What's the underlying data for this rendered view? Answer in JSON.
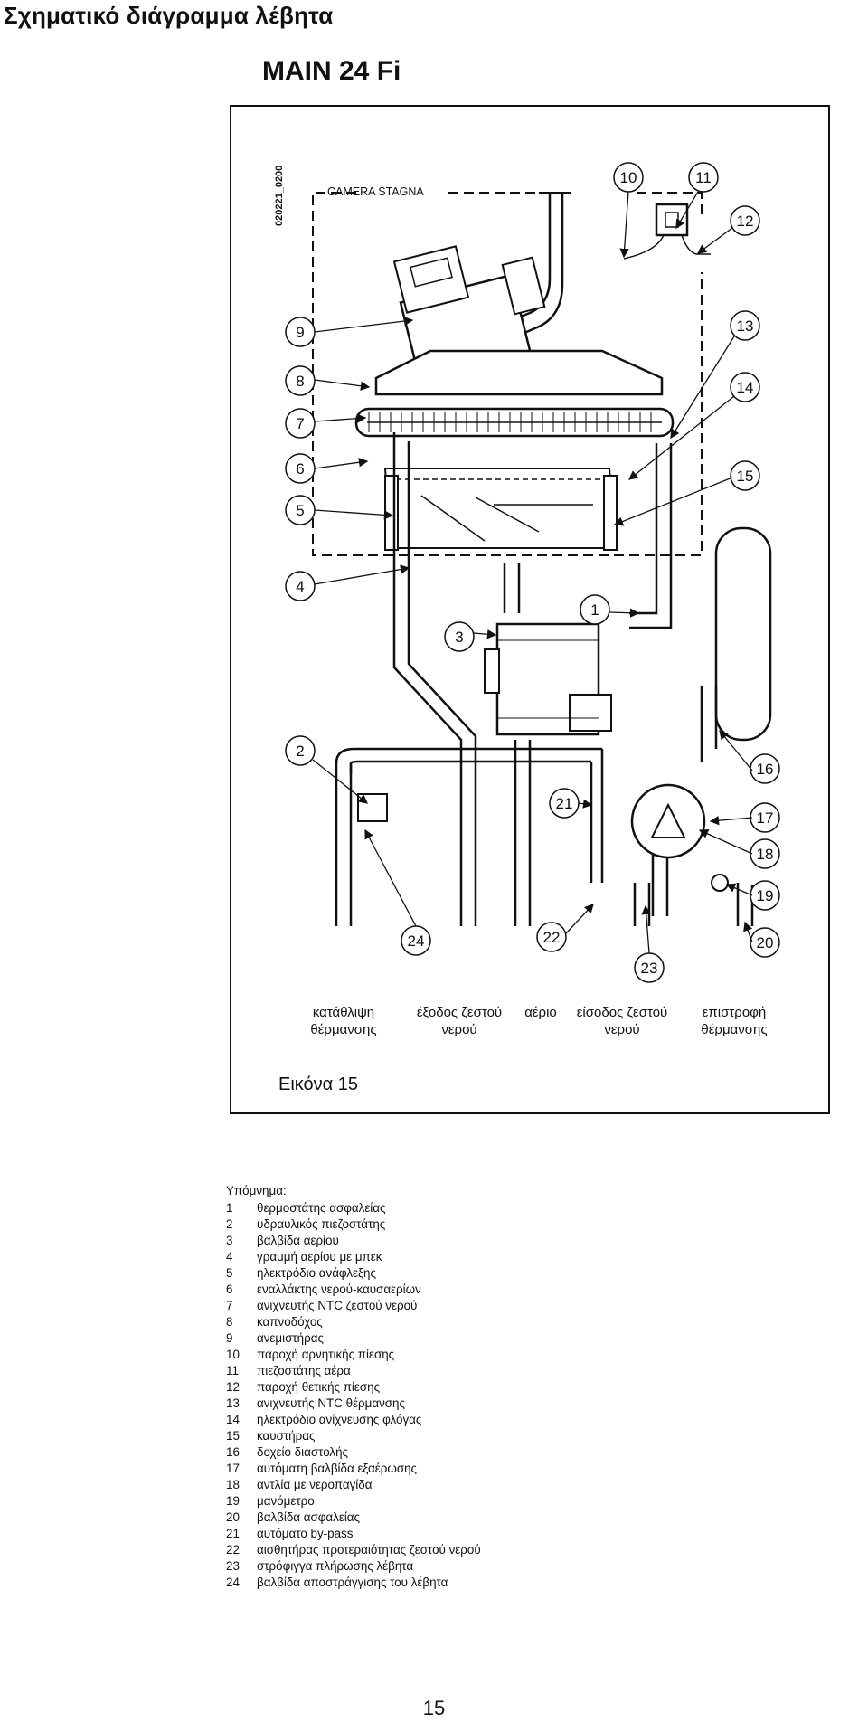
{
  "page_title": "Σχηματικό διάγραμμα λέβητα",
  "model_title": "MAIN 24 Fi",
  "diagram": {
    "drawing_code": "020221_0200",
    "chamber_label": "CAMERA STAGNA",
    "callouts": [
      "1",
      "2",
      "3",
      "4",
      "5",
      "6",
      "7",
      "8",
      "9",
      "10",
      "11",
      "12",
      "13",
      "14",
      "15",
      "16",
      "17",
      "18",
      "19",
      "20",
      "21",
      "22",
      "23",
      "24"
    ],
    "connections": [
      {
        "line1": "κατάθλιψη",
        "line2": "θέρμανσης"
      },
      {
        "line1": "έξοδος ζεστού",
        "line2": "νερού"
      },
      {
        "line1": "αέριο",
        "line2": ""
      },
      {
        "line1": "είσοδος ζεστού",
        "line2": "νερού"
      },
      {
        "line1": "επιστροφή",
        "line2": "θέρμανσης"
      }
    ],
    "figure_caption": "Εικόνα 15"
  },
  "legend": {
    "title": "Υπόμνημα:",
    "items": [
      {
        "num": "1",
        "text": "θερμοστάτης ασφαλείας"
      },
      {
        "num": "2",
        "text": "υδραυλικός πιεζοστάτης"
      },
      {
        "num": "3",
        "text": "βαλβίδα αερίου"
      },
      {
        "num": "4",
        "text": "γραμμή αερίου με μπεκ"
      },
      {
        "num": "5",
        "text": "ηλεκτρόδιο ανάφλεξης"
      },
      {
        "num": "6",
        "text": "εναλλάκτης νερού-καυσαερίων"
      },
      {
        "num": "7",
        "text": "ανιχνευτής NTC ζεστού νερού"
      },
      {
        "num": "8",
        "text": "καπνοδόχος"
      },
      {
        "num": "9",
        "text": "ανεμιστήρας"
      },
      {
        "num": "10",
        "text": "παροχή αρνητικής πίεσης"
      },
      {
        "num": "11",
        "text": "πιεζοστάτης αέρα"
      },
      {
        "num": "12",
        "text": "παροχή θετικής πίεσης"
      },
      {
        "num": "13",
        "text": "ανιχνευτής NTC θέρμανσης"
      },
      {
        "num": "14",
        "text": "ηλεκτρόδιο ανίχνευσης φλόγας"
      },
      {
        "num": "15",
        "text": "καυστήρας"
      },
      {
        "num": "16",
        "text": "δοχείο διαστολής"
      },
      {
        "num": "17",
        "text": "αυτόματη βαλβίδα εξαέρωσης"
      },
      {
        "num": "18",
        "text": "αντλία με νεροπαγίδα"
      },
      {
        "num": "19",
        "text": "μανόμετρο"
      },
      {
        "num": "20",
        "text": "βαλβίδα ασφαλείας"
      },
      {
        "num": "21",
        "text": "αυτόματο by-pass"
      },
      {
        "num": "22",
        "text": "αισθητήρας προτεραιότητας ζεστού νερού"
      },
      {
        "num": "23",
        "text": "στρόφιγγα πλήρωσης λέβητα"
      },
      {
        "num": "24",
        "text": "βαλβίδα αποστράγγισης του λέβητα"
      }
    ]
  },
  "page_number": "15"
}
